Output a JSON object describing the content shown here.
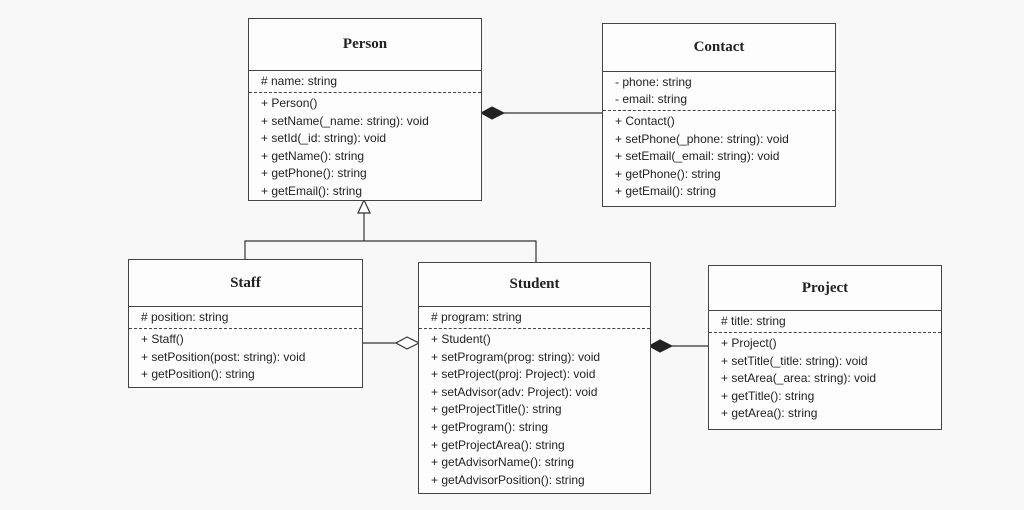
{
  "diagram": {
    "classes": {
      "person": {
        "name": "Person",
        "attributes": [
          "# name: string"
        ],
        "operations": [
          "+ Person()",
          "+ setName(_name: string): void",
          "+ setId(_id: string): void",
          "+ getName(): string",
          "+ getPhone(): string",
          "+ getEmail(): string"
        ]
      },
      "contact": {
        "name": "Contact",
        "attributes": [
          "- phone: string",
          "- email: string"
        ],
        "operations": [
          "+ Contact()",
          "+ setPhone(_phone: string): void",
          "+ setEmail(_email: string): void",
          "+ getPhone(): string",
          "+ getEmail(): string"
        ]
      },
      "staff": {
        "name": "Staff",
        "attributes": [
          "# position: string"
        ],
        "operations": [
          "+ Staff()",
          "+ setPosition(post: string): void",
          "+ getPosition(): string"
        ]
      },
      "student": {
        "name": "Student",
        "attributes": [
          "# program: string"
        ],
        "operations": [
          "+ Student()",
          "+ setProgram(prog: string): void",
          "+ setProject(proj: Project): void",
          "+ setAdvisor(adv: Project): void",
          "+ getProjectTitle(): string",
          "+ getProgram(): string",
          "+ getProjectArea(): string",
          "+ getAdvisorName(): string",
          "+ getAdvisorPosition(): string"
        ]
      },
      "project": {
        "name": "Project",
        "attributes": [
          "# title: string"
        ],
        "operations": [
          "+ Project()",
          "+ setTitle(_title: string): void",
          "+ setArea(_area: string): void",
          "+ getTitle(): string",
          "+ getArea(): string"
        ]
      }
    },
    "relationships": [
      {
        "type": "generalization",
        "from": "Staff",
        "to": "Person"
      },
      {
        "type": "generalization",
        "from": "Student",
        "to": "Person"
      },
      {
        "type": "composition",
        "whole": "Person",
        "part": "Contact"
      },
      {
        "type": "aggregation",
        "whole": "Student",
        "part": "Staff"
      },
      {
        "type": "composition",
        "whole": "Student",
        "part": "Project"
      }
    ],
    "colors": {
      "line": "#333333",
      "border": "#444444",
      "background": "#f8f8f8"
    }
  }
}
